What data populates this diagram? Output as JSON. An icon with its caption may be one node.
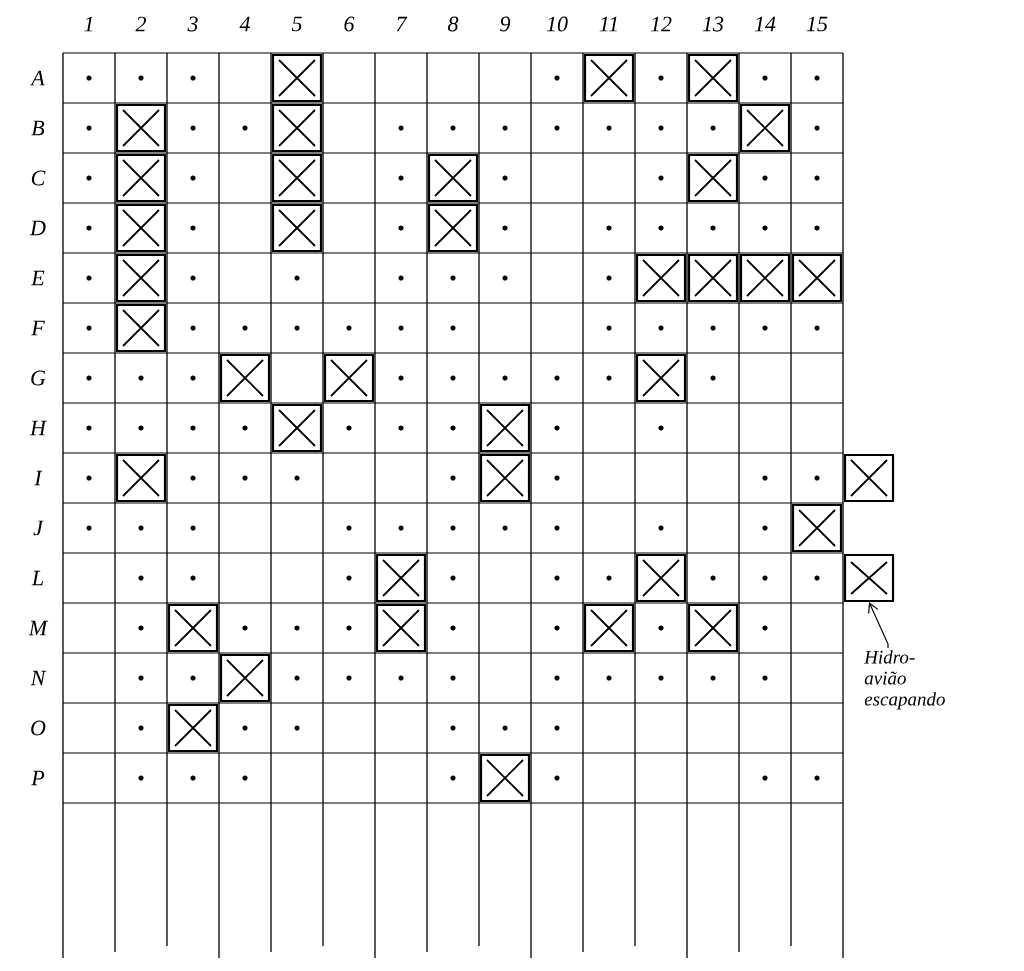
{
  "diagram": {
    "nodes": [
      {
        "text": [],
        "shape": "box"
      },
      {
        "text": [
          "Hidro- avião escapando"
        ]
      }
    ],
    "edges": [
      {
        "from": 1,
        "to": 0,
        "arrow": "to"
      }
    ],
    "labels": [
      "1",
      "2",
      "3",
      "4",
      "5",
      "6",
      "7",
      "8",
      "9",
      "10",
      "11",
      "12",
      "13",
      "14",
      "15",
      "A",
      "B",
      "C",
      "D",
      "E",
      "F",
      "G",
      "H",
      "I",
      "J",
      "L",
      "M",
      "N",
      "O",
      "P"
    ]
  }
}
